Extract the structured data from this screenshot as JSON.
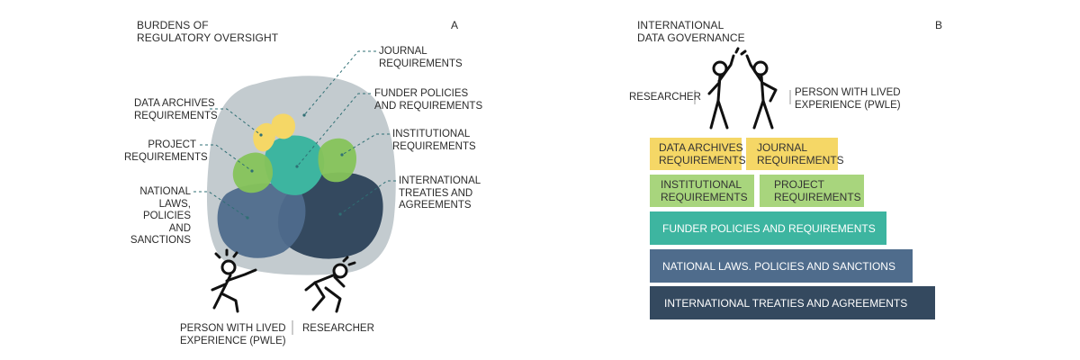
{
  "panel_a": {
    "title_line1": "BURDENS OF",
    "title_line2": "REGULATORY OVERSIGHT",
    "letter": "A",
    "labels": {
      "journal_line1": "JOURNAL",
      "journal_line2": "REQUIREMENTS",
      "funder_line1": "FUNDER POLICIES",
      "funder_line2": "AND REQUIREMENTS",
      "institutional_line1": "INSTITUTIONAL",
      "institutional_line2": "REQUIREMENTS",
      "international_line1": "INTERNATIONAL",
      "international_line2": "TREATIES AND",
      "international_line3": "AGREEMENTS",
      "data_archives_line1": "DATA ARCHIVES",
      "data_archives_line2": "REQUIREMENTS",
      "project_line1": "PROJECT",
      "project_line2": "REQUIREMENTS",
      "national_line1": "NATIONAL",
      "national_line2": "LAWS,",
      "national_line3": "POLICIES AND",
      "national_line4": "SANCTIONS"
    },
    "person_line1": "PERSON WITH LIVED",
    "person_line2": "EXPERIENCE (PWLE)",
    "researcher": "RESEARCHER"
  },
  "panel_b": {
    "title_line1": "INTERNATIONAL",
    "title_line2": "DATA GOVERNANCE",
    "letter": "B",
    "researcher": "RESEARCHER",
    "person_line1": "PERSON WITH LIVED",
    "person_line2": "EXPERIENCE (PWLE)",
    "bars": {
      "data_archives_line1": "DATA ARCHIVES",
      "data_archives_line2": "REQUIREMENTS",
      "journal_line1": "JOURNAL",
      "journal_line2": "REQUIREMENTS",
      "institutional_line1": "INSTITUTIONAL",
      "institutional_line2": "REQUIREMENTS",
      "project_line1": "PROJECT",
      "project_line2": "REQUIREMENTS",
      "funder": "FUNDER POLICIES AND REQUIREMENTS",
      "national": "NATIONAL LAWS. POLICIES AND SANCTIONS",
      "international": "INTERNATIONAL TREATIES AND AGREEMENTS"
    }
  },
  "colors": {
    "yellow": "#f5d766",
    "light_green": "#a8d57d",
    "green": "#86c35a",
    "teal": "#3db5a0",
    "slate": "#4f6c8c",
    "navy": "#34495f",
    "grey_blob": "#c3cbcf",
    "dash_line": "#2f6f74"
  }
}
